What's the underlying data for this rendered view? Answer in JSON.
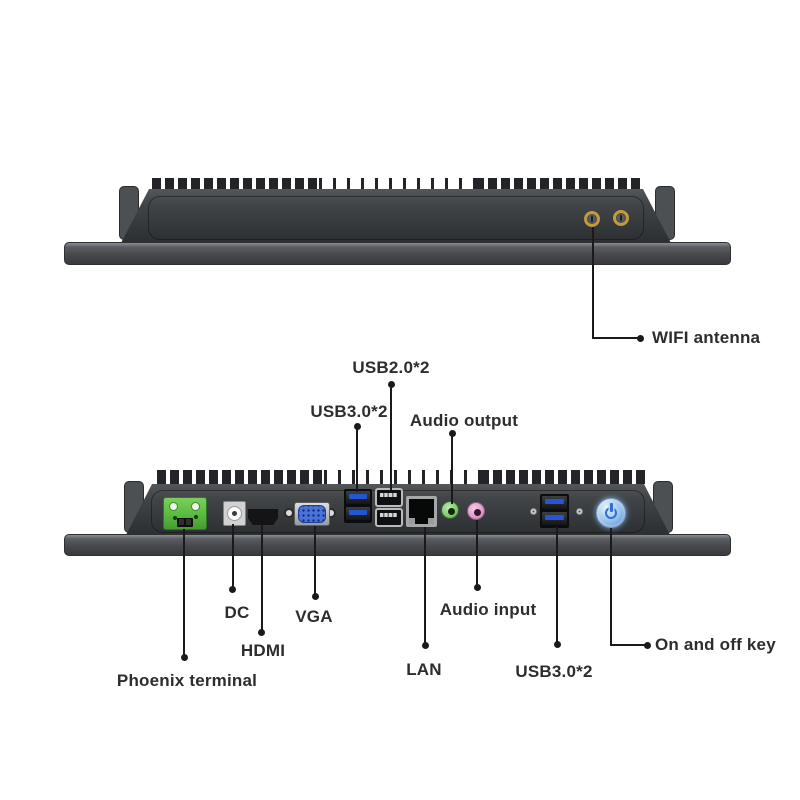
{
  "image_type": "product-port-callout-diagram",
  "background": "#ffffff",
  "views": {
    "top_view": "rear edge with WIFI antenna connectors",
    "bottom_view": "bottom edge with I/O ports"
  },
  "labels": {
    "wifi_antenna": "WIFI antenna",
    "usb2_top": "USB2.0*2",
    "usb3_top": "USB3.0*2",
    "audio_output": "Audio output",
    "dc": "DC",
    "vga": "VGA",
    "hdmi": "HDMI",
    "phoenix_terminal": "Phoenix terminal",
    "lan": "LAN",
    "audio_input": "Audio input",
    "usb3_bottom": "USB3.0*2",
    "on_off_key": "On and off key"
  },
  "colors": {
    "label_text": "#2d2d2d",
    "leader_line": "#1a1a1a",
    "device_body": "#3a3d40",
    "bezel_gray": "#4c4f52",
    "phoenix_green": "#5fbf45",
    "vga_blue": "#4a73d8",
    "usb3_blue": "#2456d4",
    "audio_output_green": "#7cc96b",
    "audio_input_pink": "#dc9cc8",
    "power_button_blue": "#8fbcea",
    "antenna_gold": "#c49a3a"
  },
  "ports_top_view": [
    "wifi-antenna-connector",
    "wifi-antenna-connector"
  ],
  "ports_bottom_view": [
    "phoenix-terminal",
    "dc-jack",
    "hdmi",
    "vga",
    "usb3.0-x2",
    "usb2.0-x2",
    "lan-rj45",
    "audio-output-jack",
    "audio-input-jack",
    "usb3.0-x2",
    "power-button"
  ]
}
